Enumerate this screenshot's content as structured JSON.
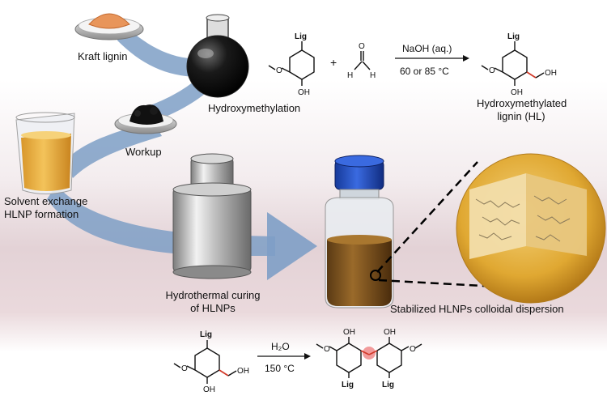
{
  "labels": {
    "kraft_lignin": "Kraft lignin",
    "hydroxymethylation": "Hydroxymethylation",
    "workup": "Workup",
    "solvent_exchange_line1": "Solvent exchange",
    "solvent_exchange_line2": "HLNP formation",
    "hydrothermal_line1": "Hydrothermal curing",
    "hydrothermal_line2": "of HLNPs",
    "stabilized": "Stabilized HLNPs colloidal dispersion",
    "hl_line1": "Hydroxymethylated",
    "hl_line2": "lignin (HL)"
  },
  "reaction1": {
    "reagent": "NaOH (aq.)",
    "conditions": "60 or 85 °C",
    "plus": "+",
    "lig": "Lig",
    "methoxy": "O",
    "oh": "OH",
    "ch2oh": "OH",
    "h_left": "H",
    "h_right": "H",
    "carbonyl_o": "O"
  },
  "reaction2": {
    "reagent": "H₂O",
    "conditions": "150 °C",
    "lig": "Lig",
    "oh": "OH",
    "methoxy": "O"
  },
  "colors": {
    "arrow_blue": "#7e9fc6",
    "bottle_cap": "#2a55c8",
    "dispersion": "#8a5a22",
    "particle": "#e0a832",
    "highlight_bond": "#d23a2a",
    "highlight_dot": "#f08a8a"
  }
}
